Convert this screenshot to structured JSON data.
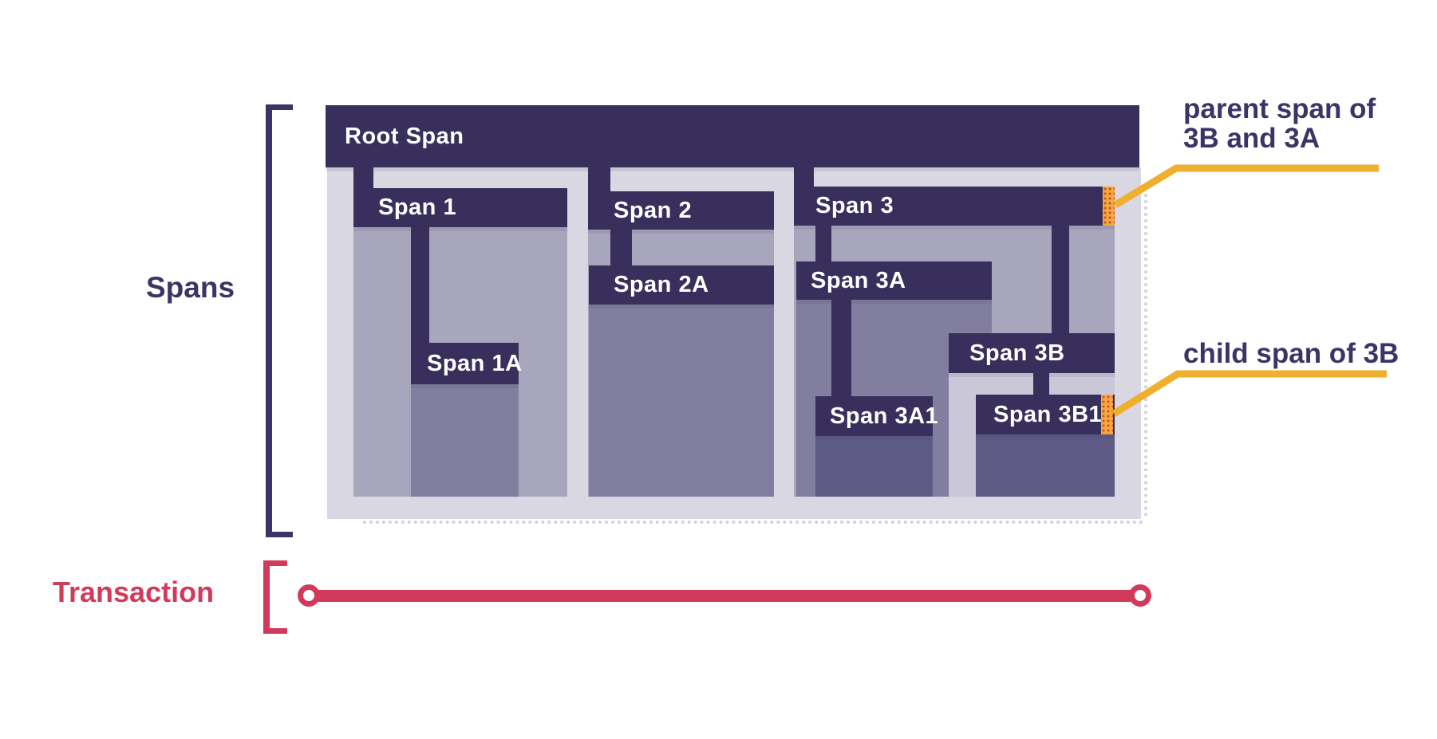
{
  "diagram": {
    "side_labels": {
      "spans": "Spans",
      "transaction": "Transaction"
    },
    "bars": {
      "root": "Root Span",
      "s1": "Span 1",
      "s1a": "Span 1A",
      "s2": "Span 2",
      "s2a": "Span 2A",
      "s3": "Span 3",
      "s3a": "Span 3A",
      "s3a1": "Span 3A1",
      "s3b": "Span 3B",
      "s3b1": "Span 3B1"
    },
    "annotations": {
      "parent_line1": "parent span of",
      "parent_line2": "3B and 3A",
      "child": "child span of 3B"
    },
    "colors": {
      "bar": "#392f5c",
      "bar_text": "#ffffff",
      "container": "#d8d7e2",
      "level1": "#a8a6bc",
      "level2": "#817e9f",
      "level3": "#5e5b87",
      "light_nested": "#cac8d8",
      "marker": "#f5a93c",
      "marker_dot": "#cd5532",
      "callout": "#efb02f",
      "transaction": "#d23a5c",
      "label_text": "#3d3366"
    }
  }
}
